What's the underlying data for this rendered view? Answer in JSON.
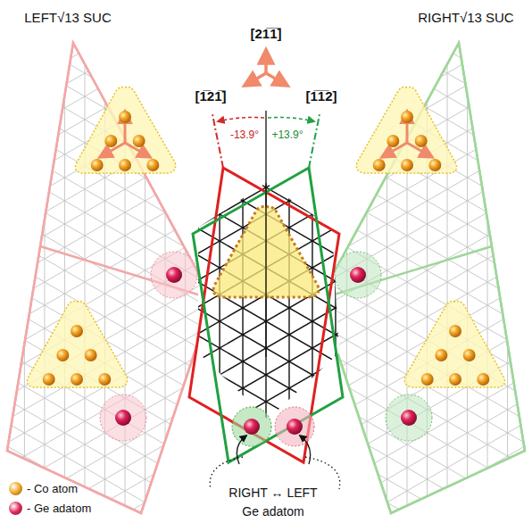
{
  "diagram": {
    "labels": [
      "LEFT√13 SUC",
      "RIGHT√13 SUC",
      "[21̅1̅]",
      "[1̅21̅]",
      "[1̅1̅2]",
      "-13.9°",
      "+13.9°",
      "RIGHT ↔ LEFT",
      "Ge adatom"
    ],
    "legend": [
      {
        "text": "- Co atom",
        "color": "#f2a51f"
      },
      {
        "text": "- Ge adatom",
        "color": "#e0245a"
      }
    ]
  }
}
